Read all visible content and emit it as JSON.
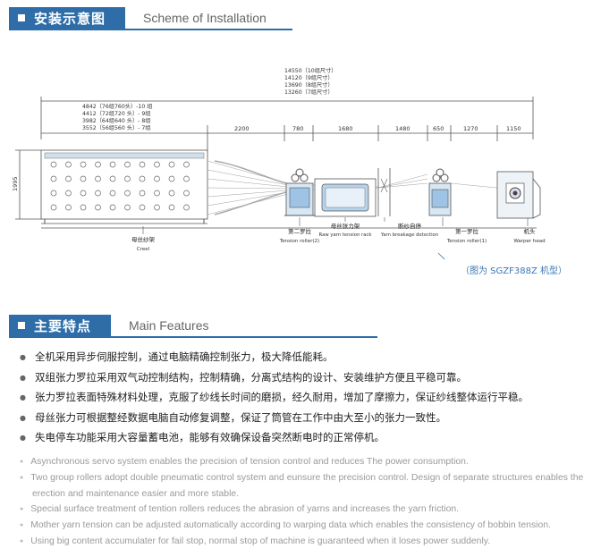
{
  "install": {
    "title_cn": "安装示意图",
    "title_en": "Scheme of Installation",
    "dims_total": [
      "14550（10组尺寸）",
      "14120（9组尺寸）",
      "13690（8组尺寸）",
      "13260（7组尺寸）"
    ],
    "dims_creel": [
      "4842（76组760头）-10 组",
      "4412（72组720 头）- 9组",
      "3982（64组640 头）- 8组",
      "3552（56组560 头）- 7组"
    ],
    "dims_segments": [
      "2200",
      "780",
      "1680",
      "1480",
      "650",
      "1270",
      "1150"
    ],
    "height_dim": "1995",
    "labels": {
      "creel_cn": "母丝纱架",
      "creel_en": "Creel",
      "roller2_cn": "第二罗拉",
      "roller2_en": "Tension roller(2)",
      "rack_cn": "母丝张力架",
      "rack_en": "Raw yarn tension rack",
      "break_cn": "断纱自停",
      "break_en": "Yarn breakage detection",
      "roller1_cn": "第一罗拉",
      "roller1_en": "Tension roller(1)",
      "head_cn": "机头",
      "head_en": "Warper head"
    },
    "model_note": "（图为 SGZF388Z 机型）"
  },
  "features": {
    "title_cn": "主要特点",
    "title_en": "Main Features",
    "cn": [
      "全机采用异步伺服控制，通过电脑精确控制张力，极大降低能耗。",
      "双组张力罗拉采用双气动控制结构，控制精确，分离式结构的设计、安装维护方便且平稳可靠。",
      "张力罗拉表面特殊材料处理，克服了纱线长时间的磨损，经久耐用，增加了摩擦力，保证纱线整体运行平稳。",
      "母丝张力可根据整经数据电脑自动修复调整，保证了筒管在工作中由大至小的张力一致性。",
      "失电停车功能采用大容量蓄电池，能够有效确保设备突然断电时的正常停机。"
    ],
    "en": [
      "Asynchronous servo system enables the precision of tension control and reduces The power consumption.",
      "Two group rollers adopt double pneumatic control system and eunsure the precision control. Design of separate structures enables the erection and maintenance easier and more stable.",
      "Special surface treatment of tention rollers reduces the abrasion of yarns and increases the yarn friction.",
      "Mother yarn tension can be adjusted automatically according to warping data which enables the consistency of bobbin tension.",
      "Using big content accumulater for fail stop, normal stop of machine is guaranteed when it loses power suddenly."
    ]
  }
}
